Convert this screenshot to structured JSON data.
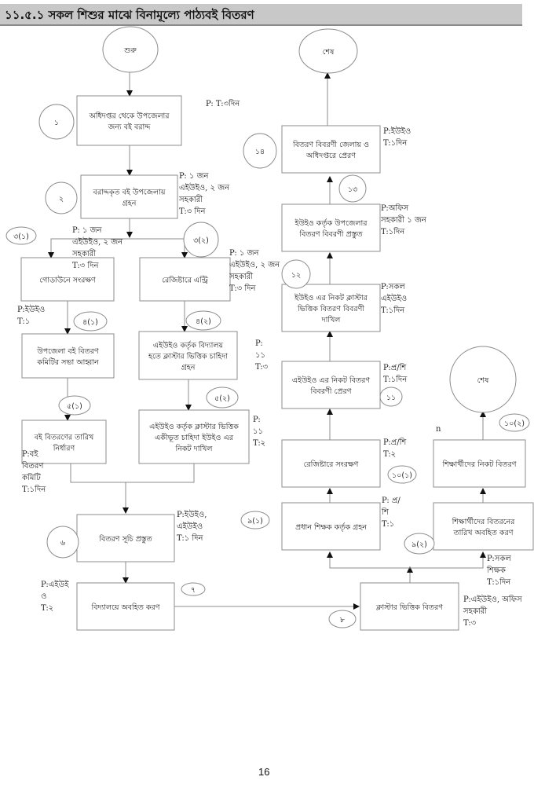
{
  "title": "১১.৫.১ সকল শিশুর মাঝে বিনামূল্যে পাঠ্যবই বিতরণ",
  "page_number": "16",
  "terminals": {
    "start": "শুরু",
    "end_top": "শেষ",
    "end_right": "শেষ"
  },
  "steps": [
    {
      "id": "s1",
      "num": "১",
      "lines": [
        "অধিদপ্তর থেকে উপজেলার",
        "জন্য বই বরাদ্দ"
      ],
      "pt": [
        "P: T:৩দিন"
      ]
    },
    {
      "id": "s2",
      "num": "২",
      "lines": [
        "বরাদ্দকৃত বই উপজেলায়",
        "গ্রহন"
      ],
      "pt": [
        "P: ১ জন",
        "এইউইও, ২ জন",
        "সহকারী",
        "T:৩ দিন"
      ]
    },
    {
      "id": "s3a",
      "num": "৩(১)",
      "lines": [
        "গোডাউনে সংরক্ষণ"
      ],
      "pt": [
        "P: ১ জন",
        "এইউইও, ২ জন",
        "সহকারী",
        "T:৩ দিন"
      ]
    },
    {
      "id": "s3b",
      "num": "৩(২)",
      "lines": [
        "রেজিষ্টারে এন্ট্রি"
      ],
      "pt": [
        "P: ১ জন",
        "এইউইও, ২ জন",
        "সহকারী",
        "T:৩ দিন"
      ]
    },
    {
      "id": "s4a",
      "num": "৪(১)",
      "lines": [
        "উপজেলা বই বিতরণ",
        "কমিটির সভা আহ্বান"
      ],
      "pt": [
        "P:ইউইও",
        "T:১"
      ]
    },
    {
      "id": "s4b",
      "num": "৪(২)",
      "lines": [
        "এইউইও কর্তৃক বিদ্যালয়",
        "হতে ক্লাস্টার ভিত্তিক চাহিদা",
        "গ্রহন"
      ],
      "pt": [
        "P:",
        "১১",
        "T:৩"
      ]
    },
    {
      "id": "s5a",
      "num": "৫(১)",
      "lines": [
        "বই বিতরণের তারিখ",
        "নির্ধারণ"
      ],
      "pt": [
        "P:বই",
        "বিতরণ",
        "কমিটি",
        "T:১দিন"
      ]
    },
    {
      "id": "s5b",
      "num": "৫(২)",
      "lines": [
        "এইউইও কর্তৃক ক্লাস্টার ভিত্তিক",
        "একীভূত চাহিদা ইউইও এর",
        "নিকট দাখিল"
      ],
      "pt": [
        "P:",
        "১১",
        "T:২"
      ]
    },
    {
      "id": "s6",
      "num": "৬",
      "lines": [
        "বিতরণ সূচি প্রস্তুত"
      ],
      "pt": [
        "P:ইউইও,",
        "এইউইও",
        "T:১ দিন"
      ]
    },
    {
      "id": "s7",
      "num": "৭",
      "lines": [
        "বিদ্যালয়ে অবহিত করণ"
      ],
      "pt": [
        "P:এইউই",
        "ও",
        "T:২"
      ]
    },
    {
      "id": "s8",
      "num": "৮",
      "lines": [
        "ক্লাস্টার ভিত্তিক বিতরণ"
      ],
      "pt": [
        "P:এইউইও, অফিস",
        "সহকারী",
        "T:৩"
      ]
    },
    {
      "id": "s9a",
      "num": "৯(১)",
      "lines": [
        "প্রধান শিক্ষক কর্তৃক গ্রহন"
      ],
      "pt": [
        "P: প্র/",
        "শি",
        "T:১"
      ]
    },
    {
      "id": "s9b",
      "num": "৯(২)",
      "lines": [
        "শিক্ষার্থীদের বিতরনের",
        "তারিখ অবহিত করণ"
      ],
      "pt": [
        "P:সকল",
        "শিক্ষক",
        "T:১দিন"
      ]
    },
    {
      "id": "s10a",
      "num": "১০(১)",
      "lines": [
        "রেজিষ্টারে সংরক্ষণ"
      ],
      "pt": [
        "P:প্র/শি",
        "T:২"
      ]
    },
    {
      "id": "s10b",
      "num": "১০(২)",
      "lines": [
        "শিক্ষার্থীদের নিকট বিতরণ"
      ],
      "pt": [
        "n"
      ]
    },
    {
      "id": "s11",
      "num": "১১",
      "lines": [
        "এইউইও এর নিকট বিতরণ",
        "বিবরণী প্রেরণ"
      ],
      "pt": [
        "P:প্র/শি",
        "T:১দিন"
      ]
    },
    {
      "id": "s12",
      "num": "১২",
      "lines": [
        "ইউইও এর নিকট ক্লাস্টার",
        "ভিত্তিক বিতরণ বিবরণী",
        "দাখিল"
      ],
      "pt": [
        "P:সকল",
        "এইউইও",
        "T:১দিন"
      ]
    },
    {
      "id": "s13",
      "num": "১৩",
      "lines": [
        "ইউইও কর্তৃক উপজেলার",
        "বিতরণ বিবরণী প্রস্তুত"
      ],
      "pt": [
        "P:অফিস",
        "সহকারী ১ জন",
        "T:১দিন"
      ]
    },
    {
      "id": "s14",
      "num": "১৪",
      "lines": [
        "বিতরণ বিবরণী জেলায় ও",
        "অধিদপ্তরে প্রেরণ"
      ],
      "pt": [
        "P:ইউইও",
        "T:১দিন"
      ]
    }
  ]
}
